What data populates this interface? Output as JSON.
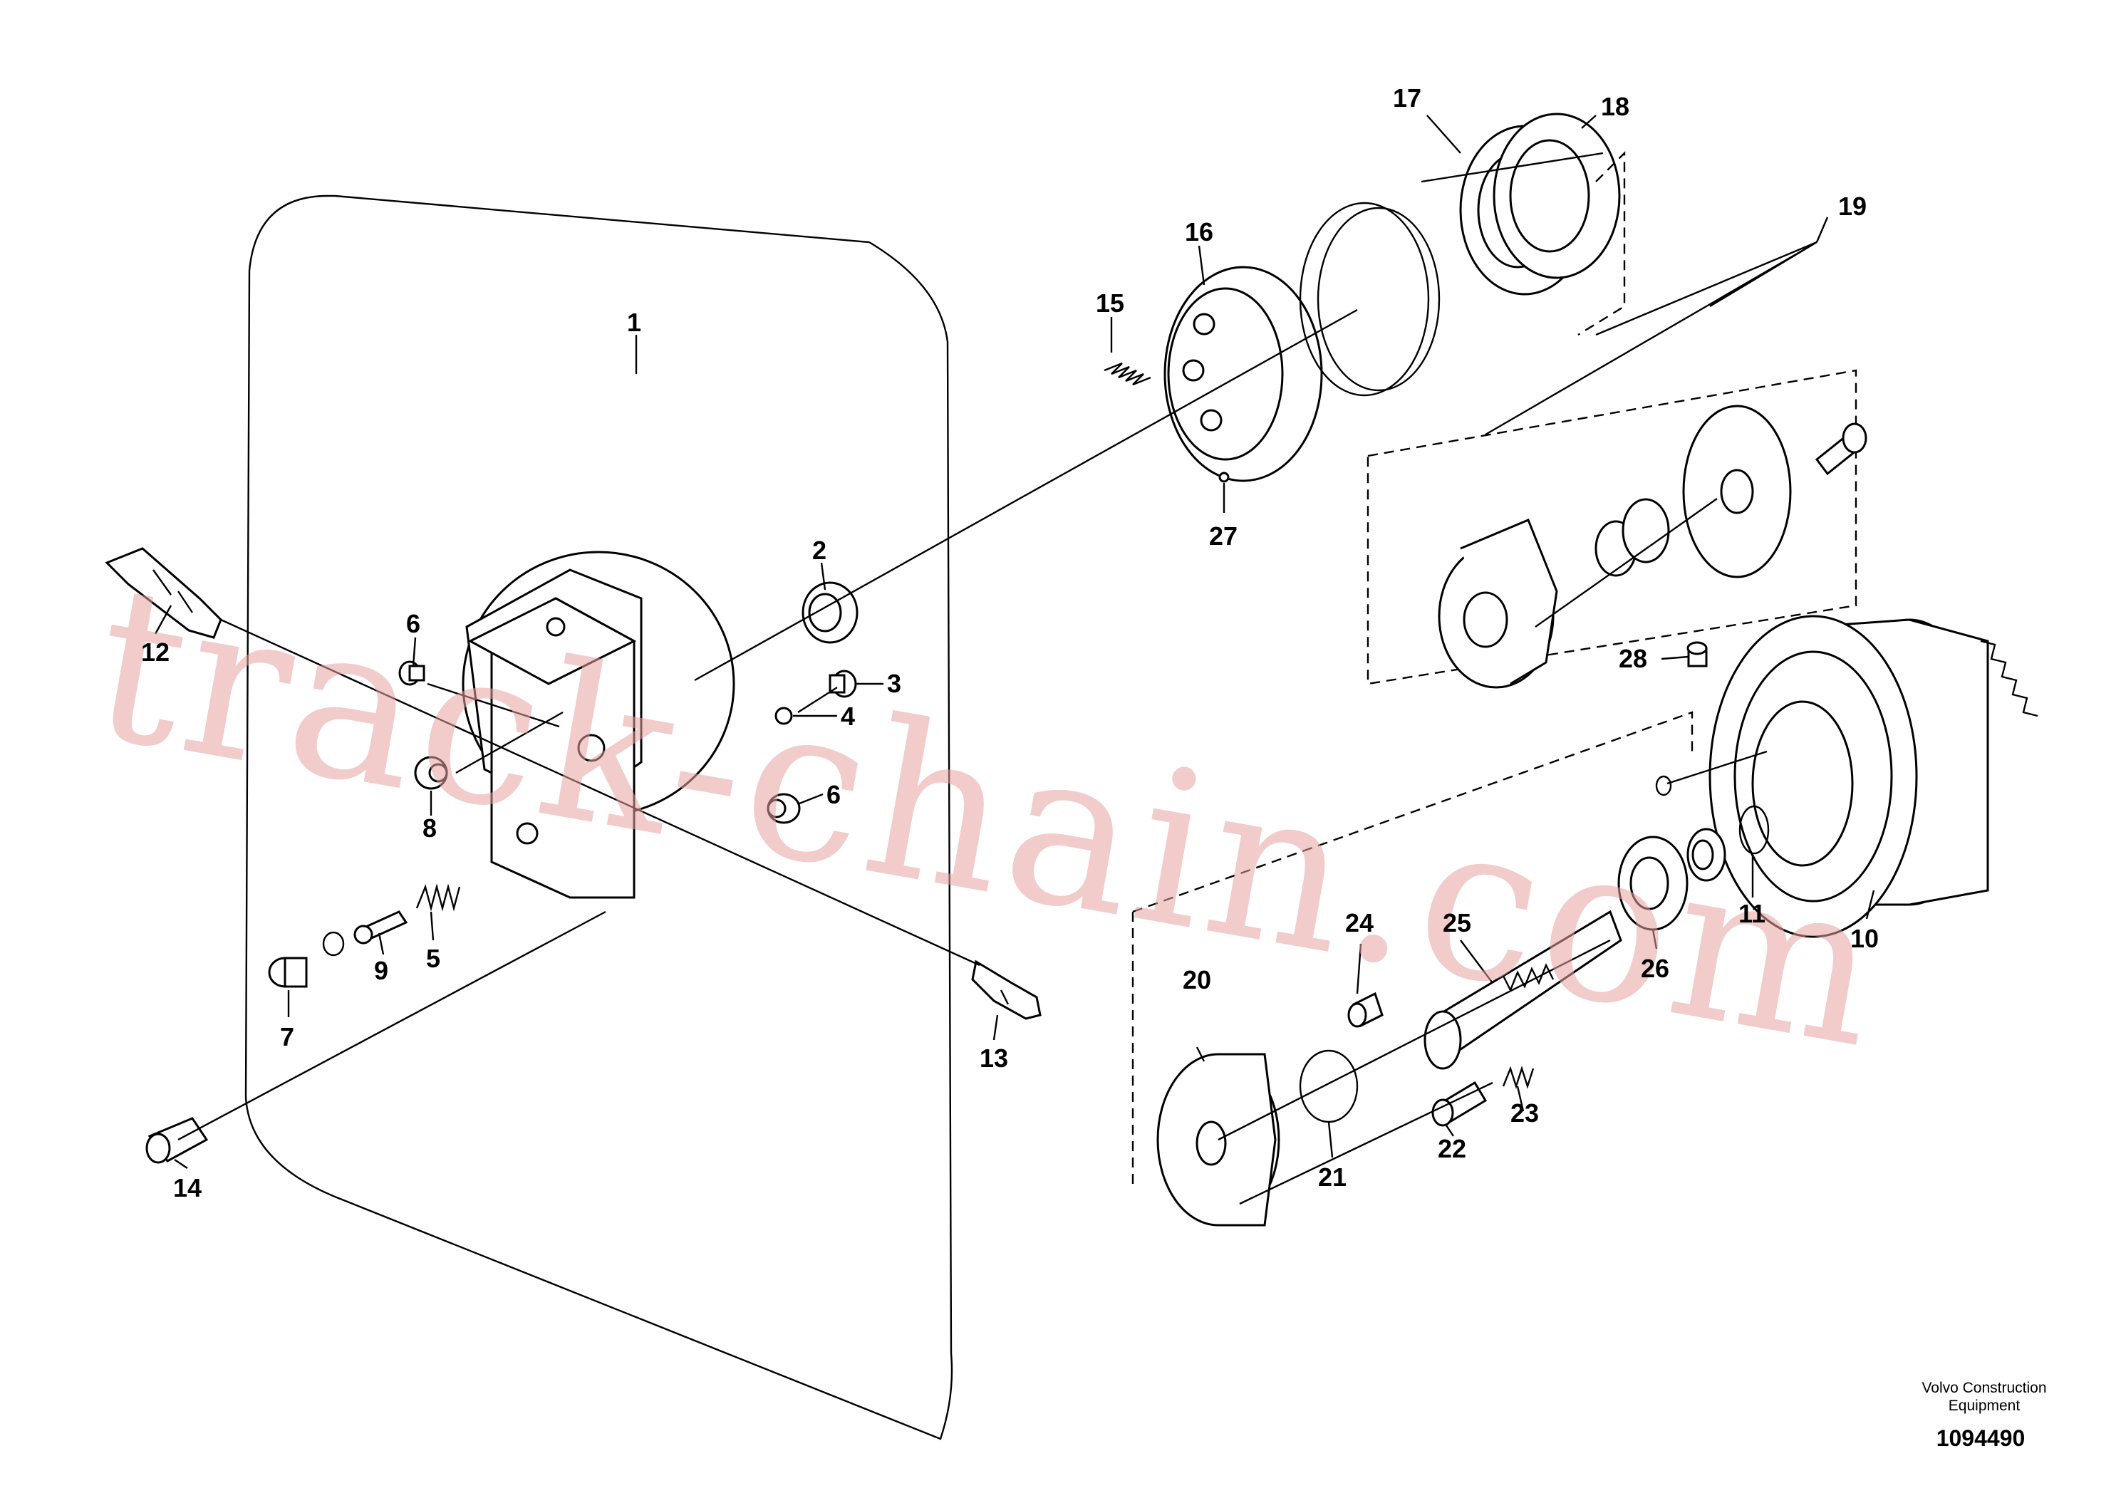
{
  "diagram": {
    "callouts": {
      "c1": "1",
      "c2": "2",
      "c3": "3",
      "c4": "4",
      "c5": "5",
      "c6a": "6",
      "c6b": "6",
      "c7": "7",
      "c8": "8",
      "c9": "9",
      "c10": "10",
      "c11": "11",
      "c12": "12",
      "c13": "13",
      "c14": "14",
      "c15": "15",
      "c16": "16",
      "c17": "17",
      "c18": "18",
      "c19": "19",
      "c20": "20",
      "c21": "21",
      "c22": "22",
      "c23": "23",
      "c24": "24",
      "c25": "25",
      "c26": "26",
      "c27": "27",
      "c28": "28"
    },
    "watermark": "track-chain.com",
    "footer": {
      "company_line1": "Volvo Construction",
      "company_line2": "Equipment",
      "drawing_number": "1094490"
    }
  }
}
